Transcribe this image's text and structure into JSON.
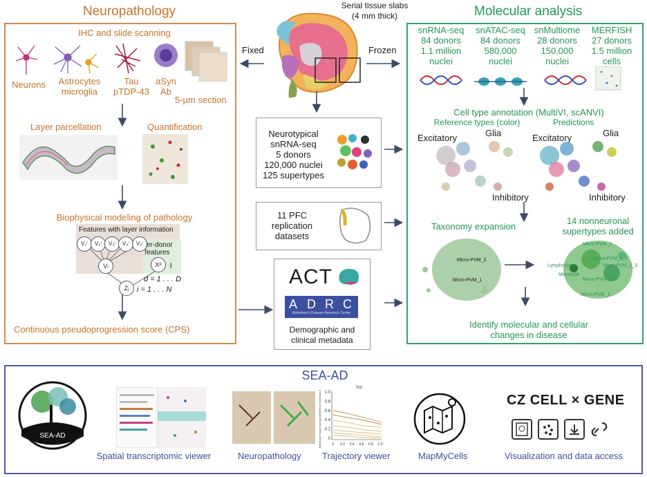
{
  "serial": {
    "line1": "Serial tissue slabs",
    "line2": "(4 mm thick)"
  },
  "fixed_label": "Fixed",
  "frozen_label": "Frozen",
  "neuropathology": {
    "title": "Neuropathology",
    "ihc_title": "IHC and slide scanning",
    "cells": {
      "neurons": "Neurons",
      "astro1": "Astrocytes",
      "astro2": "microglia",
      "tau1": "Tau",
      "tau2": "pTDP-43",
      "asyn1": "aSyn",
      "asyn2": "Ab",
      "section": "5-µm  section"
    },
    "layer_parcellation": "Layer parcellation",
    "quantification": "Quantification",
    "biophysical": "Biophysical modeling of pathology",
    "features_layer": "Features with layer information",
    "per_donor1": "Per-donor",
    "per_donor2": "features",
    "v_nodes": [
      "V₁ⁱ",
      "V₂ⁱ",
      "V₃ⁱ",
      "V₄ⁱ",
      "V₅ⁱ"
    ],
    "v_center": "Vₗ",
    "x_node": "Xᵈ",
    "z_node": "Zᵢ",
    "l_letter": "l",
    "d_range": "d = 1 . . . D",
    "i_range": "i = 1 . . . N",
    "cps": "Continuous pseudoprogression score (CPS)"
  },
  "center": {
    "neurotypical": [
      "Neurotypical",
      "snRNA-seq",
      "5 donors",
      "120,000 nuclei",
      "125 supertypes"
    ],
    "pfc": [
      "11 PFC",
      "replication",
      "datasets"
    ],
    "act_logo": "ACT",
    "adrc_letters": [
      "A",
      "D",
      "R",
      "C"
    ],
    "adrc_sub": "Alzheimer's Disease Research Center",
    "demographic": [
      "Demographic and",
      "clinical metadata"
    ]
  },
  "molecular": {
    "title": "Molecular analysis",
    "assays": [
      {
        "name": "snRNA-seq",
        "donors": "84 donors",
        "count": "1.1 million",
        "unit": "nuclei"
      },
      {
        "name": "snATAC-seq",
        "donors": "84 donors",
        "count": "580,000",
        "unit": "nuclei"
      },
      {
        "name": "snMultiome",
        "donors": "28 donors",
        "count": "150,000",
        "unit": "nuclei"
      },
      {
        "name": "MERFISH",
        "donors": "27 donors",
        "count": "1.5 million",
        "unit": "cells"
      }
    ],
    "annotation": "Cell type annotation (MultiVI, scANVI)",
    "reference": "Reference types (color)",
    "predictions": "Predictions",
    "excitatory": "Excitatory",
    "glia": "Glia",
    "inhibitory": "Inhibitory",
    "taxonomy": "Taxonomy expansion",
    "nonneuronal1": "14 nonneuronal",
    "nonneuronal2": "supertypes added",
    "umap_left": [
      "Micro-PVM_2",
      "Micro-PVM_1"
    ],
    "umap_right": [
      "Micro-PVM_2",
      "Micro-PVM_2_1",
      "Lymphocyte",
      "Micro-PVM_2_3",
      "Monocyte",
      "Micro-PVM_3",
      "Micro-PVM_1"
    ],
    "identify1": "Identify molecular and cellular",
    "identify2": "changes in disease"
  },
  "sea_ad": {
    "title": "SEA-AD",
    "logo_text": "SEA-AD",
    "spatial": "Spatial transcriptomic viewer",
    "neuropathology": "Neuropathology",
    "trajectory": "Trajectory viewer",
    "mapmycells": "MapMyCells",
    "viz": "Visualization and data access",
    "czcell": "CZ CELL × GENE",
    "chart_title": "Sst",
    "chart_ylabel": "Natural log of unique molecular identifiers per 10,000 plus 1",
    "chart_xticks": [
      "0",
      "0.2",
      "0.4",
      "0.6",
      "0.8",
      "1.0"
    ],
    "chart_yticks": [
      "1.0",
      "0.8",
      "0.6",
      "0.4",
      "0.2",
      "0"
    ]
  },
  "colors": {
    "orange": "#c8722a",
    "green": "#239655",
    "blue": "#3c4fa0",
    "arrow": "#3d4a66"
  }
}
